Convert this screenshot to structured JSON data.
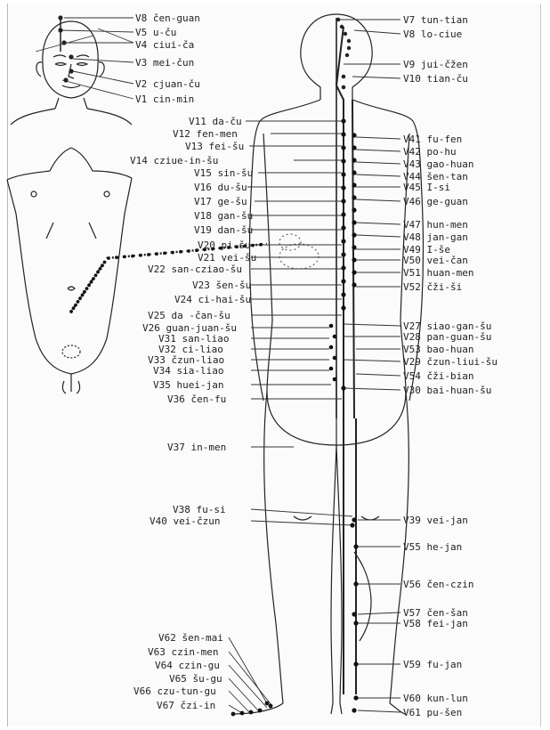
{
  "face_points": [
    {
      "id": "v8",
      "label": "V8 čen-guan"
    },
    {
      "id": "v5",
      "label": "V5 u-ču"
    },
    {
      "id": "v4",
      "label": "V4 ciui-ča"
    },
    {
      "id": "v3",
      "label": "V3 mei-čun"
    },
    {
      "id": "v2",
      "label": "V2 cjuan-ču"
    },
    {
      "id": "v1",
      "label": "V1 cin-min"
    }
  ],
  "back_left_points": [
    {
      "id": "v11",
      "label": "V11 da-ču"
    },
    {
      "id": "v12",
      "label": "V12 fen-men"
    },
    {
      "id": "v13",
      "label": "V13 fei-šu"
    },
    {
      "id": "v14",
      "label": "V14 cziue-in-šu"
    },
    {
      "id": "v15",
      "label": "V15 sin-šu"
    },
    {
      "id": "v16",
      "label": "V16 du-šu"
    },
    {
      "id": "v17",
      "label": "V17 ge-šu"
    },
    {
      "id": "v18",
      "label": "V18 gan-šu"
    },
    {
      "id": "v19",
      "label": "V19 dan-šu"
    },
    {
      "id": "v20",
      "label": "V20 pi-šu"
    },
    {
      "id": "v21",
      "label": "V21 vei-šu"
    },
    {
      "id": "v22",
      "label": "V22 san-cziao-šu"
    },
    {
      "id": "v23",
      "label": "V23 šen-šu"
    },
    {
      "id": "v24",
      "label": "V24 ci-hai-šu"
    },
    {
      "id": "v25",
      "label": "V25 da -čan-šu"
    },
    {
      "id": "v26",
      "label": "V26 guan-juan-šu"
    },
    {
      "id": "v31",
      "label": "V31 san-liao"
    },
    {
      "id": "v32",
      "label": "V32 ci-liao"
    },
    {
      "id": "v33",
      "label": "V33 čzun-liao"
    },
    {
      "id": "v34",
      "label": "V34 sia-liao"
    },
    {
      "id": "v35",
      "label": "V35 huei-jan"
    },
    {
      "id": "v36",
      "label": "V36 čen-fu"
    }
  ],
  "leg_left_points": [
    {
      "id": "v37",
      "label": "V37 in-men"
    },
    {
      "id": "v38",
      "label": "V38 fu-si"
    },
    {
      "id": "v40",
      "label": "V40 vei-čzun"
    }
  ],
  "foot_left_points": [
    {
      "id": "v62",
      "label": "V62 šen-mai"
    },
    {
      "id": "v63",
      "label": "V63 czin-men"
    },
    {
      "id": "v64",
      "label": "V64 czin-gu"
    },
    {
      "id": "v65",
      "label": "V65 šu-gu"
    },
    {
      "id": "v66",
      "label": "V66 czu-tun-gu"
    },
    {
      "id": "v67",
      "label": "V67 čzi-in"
    }
  ],
  "head_right_points": [
    {
      "id": "v7",
      "label": "V7 tun-tian"
    },
    {
      "id": "v8b",
      "label": "V8 lo-ciue"
    },
    {
      "id": "v9",
      "label": "V9 jui-čžen"
    },
    {
      "id": "v10",
      "label": "V10 tian-ču"
    }
  ],
  "back_right_points": [
    {
      "id": "v41",
      "label": "V41 fu-fen"
    },
    {
      "id": "v42",
      "label": "V42 po-hu"
    },
    {
      "id": "v43",
      "label": "V43 gao-huan"
    },
    {
      "id": "v44",
      "label": "V44 šen-tan"
    },
    {
      "id": "v45",
      "label": "V45 I-si"
    },
    {
      "id": "v46",
      "label": "V46 ge-guan"
    },
    {
      "id": "v47",
      "label": "V47 hun-men"
    },
    {
      "id": "v48",
      "label": "V48 jan-gan"
    },
    {
      "id": "v49",
      "label": "V49 I-še"
    },
    {
      "id": "v50",
      "label": "V50 vei-čan"
    },
    {
      "id": "v51",
      "label": "V51  huan-men"
    },
    {
      "id": "v52",
      "label": "V52 čži-ši"
    },
    {
      "id": "v27",
      "label": "V27 siao-gan-šu"
    },
    {
      "id": "v28",
      "label": "V28 pan-guan-šu"
    },
    {
      "id": "v53",
      "label": "V53 bao-huan"
    },
    {
      "id": "v29",
      "label": "V29 čzun-liui-šu"
    },
    {
      "id": "v54",
      "label": "V54 čži-bian"
    },
    {
      "id": "v30",
      "label": "V30 bai-huan-šu"
    }
  ],
  "leg_right_points": [
    {
      "id": "v39",
      "label": "V39 vei-jan"
    },
    {
      "id": "v55",
      "label": "V55 he-jan"
    },
    {
      "id": "v56",
      "label": "V56 čen-czin"
    },
    {
      "id": "v57",
      "label": "V57 čen-šan"
    },
    {
      "id": "v58",
      "label": "V58 fei-jan"
    },
    {
      "id": "v59",
      "label": "V59 fu-jan"
    },
    {
      "id": "v60",
      "label": "V60 kun-lun"
    },
    {
      "id": "v61",
      "label": "V61 pu-šen"
    }
  ]
}
